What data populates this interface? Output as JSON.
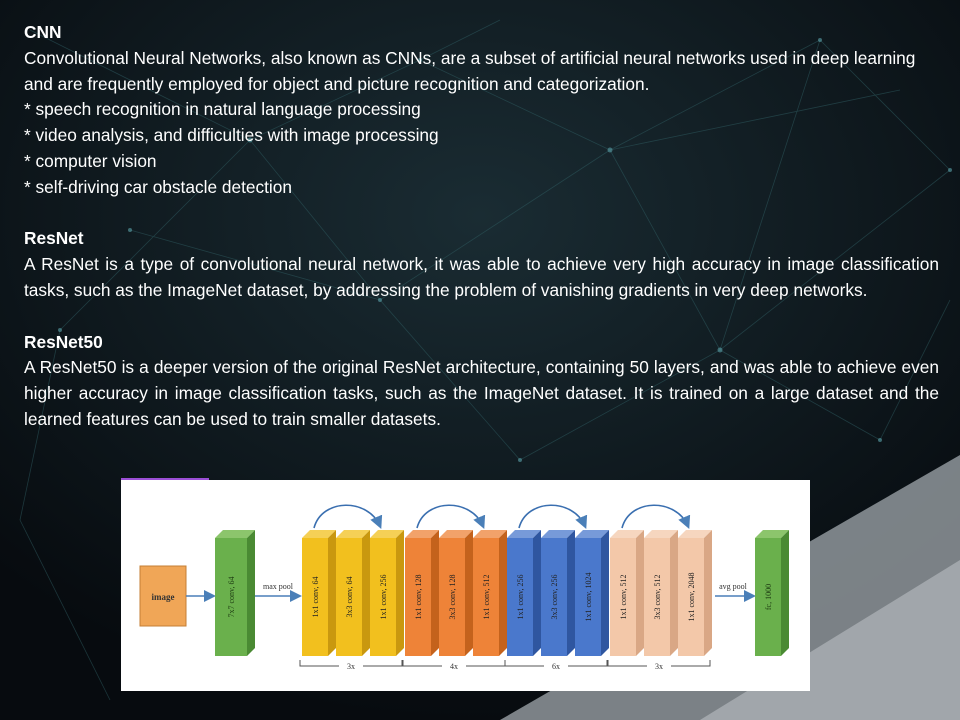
{
  "sections": {
    "cnn": {
      "title": "CNN",
      "intro": " Convolutional Neural Networks, also known as CNNs, are a subset of artificial neural networks used in deep learning and are frequently employed for object and picture recognition and categorization.",
      "bullets": [
        "* speech recognition in natural language processing",
        "* video analysis, and difficulties with image processing",
        "* computer vision",
        "* self-driving car obstacle detection"
      ]
    },
    "resnet": {
      "title": "ResNet",
      "body": "A ResNet is a type of convolutional  neural network, it was able to achieve very high accuracy in image classification tasks, such as the ImageNet dataset, by addressing the problem of vanishing gradients in very deep networks."
    },
    "resnet50": {
      "title": "ResNet50",
      "body": "A ResNet50 is a deeper version of the original ResNet architecture, containing 50 layers, and was able to achieve even higher accuracy in image classification tasks, such as the ImageNet dataset. It is trained on a large dataset and the learned features can be used to train smaller datasets."
    }
  },
  "diagram": {
    "input_label": "image",
    "conv1_label": "7x7 conv, 64",
    "maxpool_label": "max pool",
    "avgpool_label": "avg pool",
    "fc_label": "fc, 1000",
    "stages": [
      {
        "labels": [
          "1x1 conv, 64",
          "3x3 conv, 64",
          "1x1 conv, 256"
        ],
        "repeat": "3x",
        "color": "#f2c01e",
        "side": "#c9980f"
      },
      {
        "labels": [
          "1x1 conv, 128",
          "3x3 conv, 128",
          "1x1 conv, 512"
        ],
        "repeat": "4x",
        "color": "#ee8338",
        "side": "#c4621c"
      },
      {
        "labels": [
          "1x1 conv, 256",
          "3x3 conv, 256",
          "1x1 conv, 1024"
        ],
        "repeat": "6x",
        "color": "#4a78cc",
        "side": "#2f56a0"
      },
      {
        "labels": [
          "1x1 conv, 512",
          "3x3 conv, 512",
          "1x1 conv, 2048"
        ],
        "repeat": "3x",
        "color": "#f3c8a9",
        "side": "#d9a785"
      }
    ],
    "colors": {
      "input": "#f0a657",
      "green": "#6ab04c",
      "green_side": "#4a8a33",
      "arrow": "#4a7fb8"
    }
  }
}
